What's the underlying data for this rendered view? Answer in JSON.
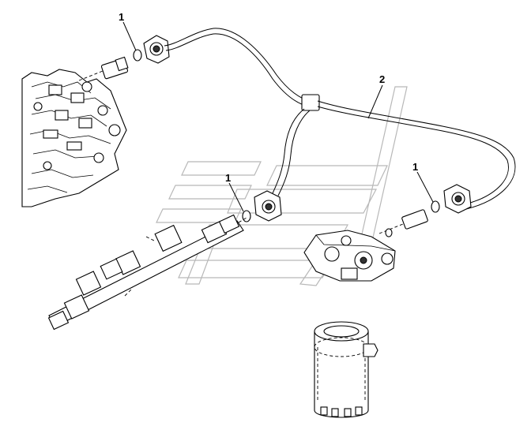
{
  "callouts": {
    "seal_top": "1",
    "pipe_assembly": "2",
    "seal_middle": "1",
    "seal_right": "1"
  }
}
